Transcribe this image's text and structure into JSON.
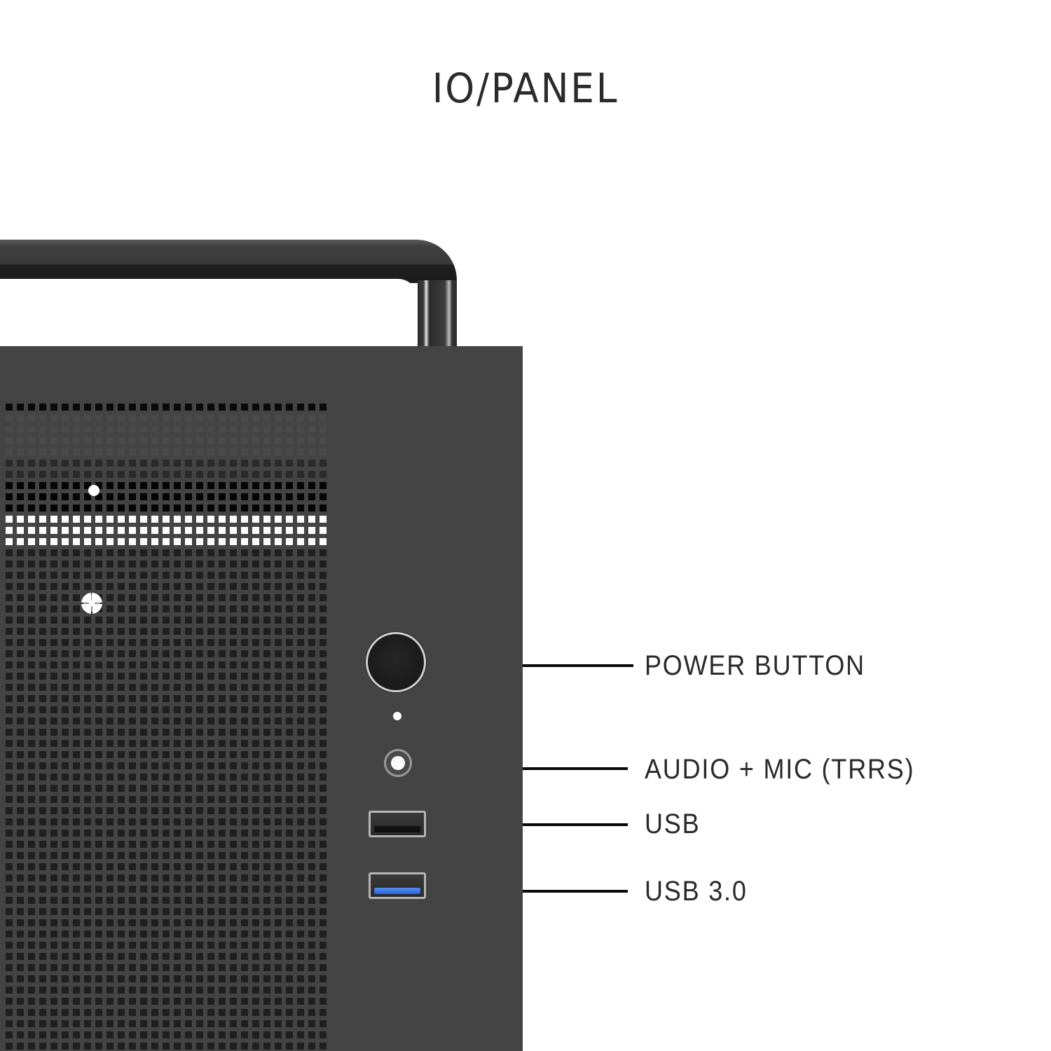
{
  "title": "IO/PANEL",
  "colors": {
    "case_body": "#444444",
    "mesh_hole": "#1f1f1f",
    "label_text": "#2a2a2a",
    "leader_line": "#0a0a0a",
    "usb3_blue": "#2a63d8",
    "background": "#ffffff"
  },
  "callouts": [
    {
      "label": "POWER BUTTON",
      "component": "power-button"
    },
    {
      "label": "AUDIO + MIC (TRRS)",
      "component": "audio-jack"
    },
    {
      "label": "USB",
      "component": "usb-port"
    },
    {
      "label": "USB 3.0",
      "component": "usb3-port"
    }
  ]
}
